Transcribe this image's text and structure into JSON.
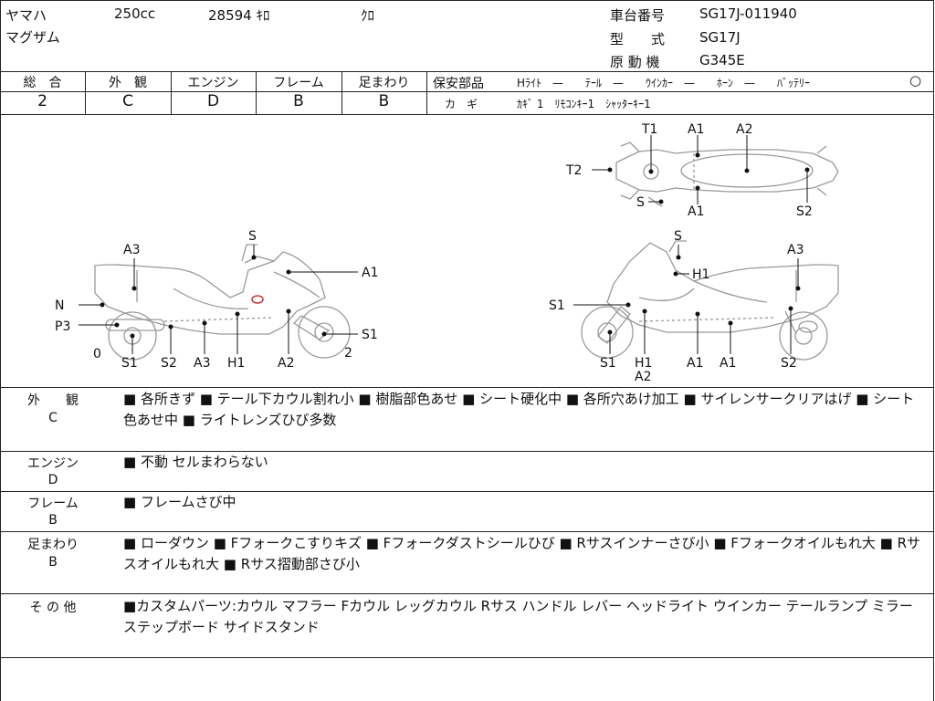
{
  "header": {
    "maker": "ヤマハ",
    "displacement": "250cc",
    "mileage": "28594 ｷﾛ",
    "color": "ｸﾛ",
    "model_name": "マグザム",
    "frame_no_label": "車台番号",
    "frame_no": "SG17J-011940",
    "type_label": "型　　式",
    "type_value": "SG17J",
    "engine_label": "原 動 機",
    "engine_value": "G345E"
  },
  "grades": {
    "overall_label": "総　合",
    "overall": "2",
    "exterior_label": "外　観",
    "exterior": "C",
    "engine_label": "エンジン",
    "engine": "D",
    "frame_label": "フレーム",
    "frame": "B",
    "suspension_label": "足まわり",
    "suspension": "B"
  },
  "safety": {
    "label": "保安部品",
    "items": "Hﾗｲﾄ　—　　ﾃｰﾙ　—　　ｳｲﾝｶｰ　—　　ﾎｰﾝ　—　　ﾊﾞｯﾃﾘｰ",
    "battery_mark": "○",
    "keys_label": "カ　ギ",
    "keys": "ｶｷﾞ 1　ﾘﾓｺﾝｷｰ1　ｼｬｯﾀｰｷｰ1"
  },
  "diagram": {
    "left": {
      "A3": "A3",
      "N": "N",
      "P3": "P3",
      "zero": "0",
      "S_top": "S",
      "A1": "A1",
      "S1_r": "S1",
      "two": "2",
      "b_S1": "S1",
      "b_S2": "S2",
      "b_A3": "A3",
      "b_H1": "H1",
      "b_A2": "A2"
    },
    "right": {
      "S_top": "S",
      "A3": "A3",
      "H1": "H1",
      "S1": "S1",
      "b_S1": "S1",
      "b_H1": "H1",
      "b_A2": "A2",
      "b_A1a": "A1",
      "b_A1b": "A1",
      "b_S2": "S2"
    },
    "top": {
      "T1": "T1",
      "A1_top": "A1",
      "A2": "A2",
      "T2": "T2",
      "S": "S",
      "A1_bot": "A1",
      "S2": "S2"
    }
  },
  "notes": [
    {
      "label": "外　　観",
      "grade": "C",
      "text": "■ 各所きず ■ テール下カウル割れ小 ■ 樹脂部色あせ ■ シート硬化中 ■ 各所穴あけ加工 ■ サイレンサークリアはげ ■ シート色あせ中 ■ ライトレンズひび多数"
    },
    {
      "label": "エンジン",
      "grade": "D",
      "text": "■ 不動 セルまわらない"
    },
    {
      "label": "フレーム",
      "grade": "B",
      "text": "■ フレームさび中"
    },
    {
      "label": "足まわり",
      "grade": "B",
      "text": "■ ローダウン ■ Fフォークこすりキズ ■ Fフォークダストシールひび ■ Rサスインナーさび小 ■ Fフォークオイルもれ大 ■ Rサスオイルもれ大 ■ Rサス摺動部さび小"
    },
    {
      "label": "そ の 他",
      "grade": "",
      "text": "■カスタムパーツ:カウル マフラー Fカウル レッグカウル Rサス ハンドル レバー ヘッドライト ウインカー テールランプ ミラー ステップボード サイドスタンド"
    }
  ]
}
